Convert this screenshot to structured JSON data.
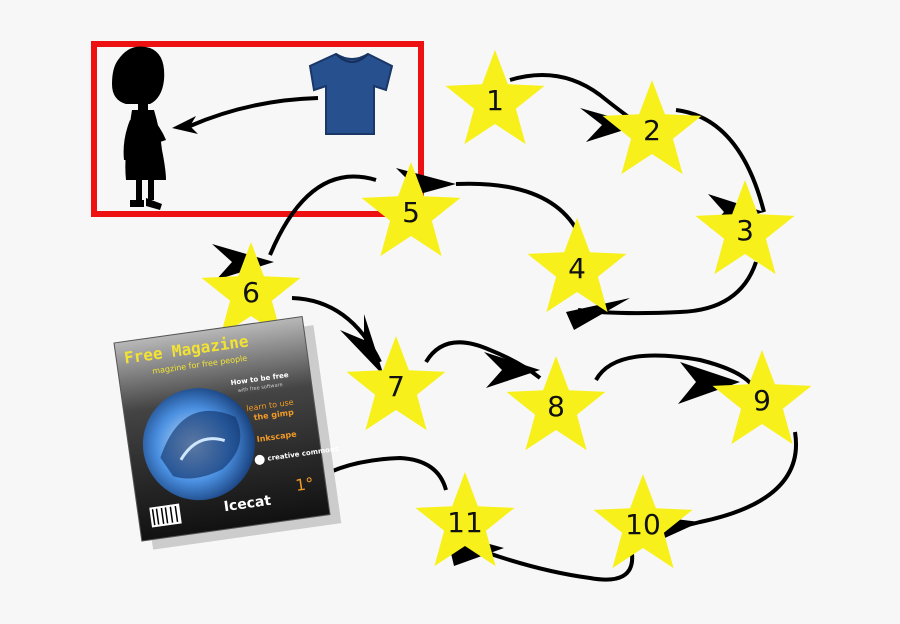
{
  "colors": {
    "background": "#f7f7f7",
    "frame": "#ee1111",
    "star": "#f7f01a",
    "path": "#000000",
    "shirt": "#27508f"
  },
  "steps": [
    "1",
    "2",
    "3",
    "4",
    "5",
    "6",
    "7",
    "8",
    "9",
    "10",
    "11"
  ],
  "magazine": {
    "title": "Free Magazine",
    "tagline": "magzine for free people",
    "headline_1": "How to be free",
    "headline_1_sub": "with free software",
    "headline_2": "learn to use",
    "headline_2_b": "the gimp",
    "headline_3": "Inkscape",
    "cc": "creative commons",
    "issue": "1°",
    "name": "Icecat"
  },
  "icons": {
    "person": "child-silhouette-icon",
    "shirt": "tshirt-icon",
    "star": "star-icon"
  }
}
